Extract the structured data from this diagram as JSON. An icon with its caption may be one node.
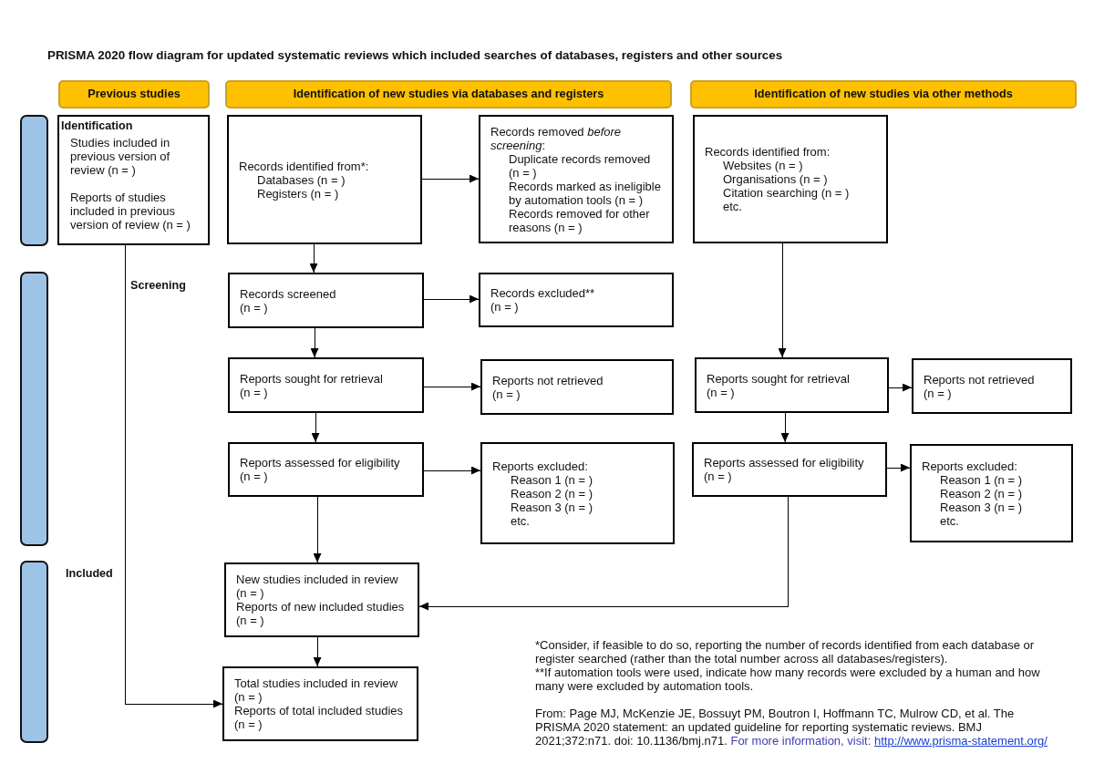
{
  "diagram": {
    "title": "PRISMA 2020 flow diagram for updated systematic reviews which included searches of databases, registers and other sources",
    "nodes": [
      {
        "text": [
          "Previous studies"
        ]
      },
      {
        "text": [
          "Identification of new studies via databases and registers"
        ]
      },
      {
        "text": [
          "Identification of new studies via other methods"
        ]
      },
      {
        "text": [
          "Studies included in previous version of review (n = )",
          "Reports of studies included in previous version of review (n = )"
        ]
      },
      {
        "text": [
          "Records identified from*:",
          "Databases (n = )",
          "Registers (n = )"
        ]
      },
      {
        "text": [
          "Records removed *before screening*:",
          "Duplicate records removed (n = )",
          "Records marked as ineligible by automation tools (n = )",
          "Records removed for other reasons (n = )"
        ]
      },
      {
        "text": [
          "Records identified from:",
          "Websites (n = )",
          "Organisations (n = )",
          "Citation searching (n = )",
          "etc."
        ]
      },
      {
        "text": [
          "Records screened",
          "(n = )"
        ]
      },
      {
        "text": [
          "Records excluded**",
          "(n = )"
        ]
      },
      {
        "text": [
          "Reports sought for retrieval",
          "(n = )"
        ]
      },
      {
        "text": [
          "Reports not retrieved",
          "(n = )"
        ]
      },
      {
        "text": [
          "Reports sought for retrieval",
          "(n = )"
        ]
      },
      {
        "text": [
          "Reports not retrieved",
          "(n = )"
        ]
      },
      {
        "text": [
          "Reports assessed for eligibility",
          "(n = )"
        ]
      },
      {
        "text": [
          "Reports excluded:",
          "Reason 1 (n = )",
          "Reason 2 (n = )",
          "Reason 3 (n = )",
          "etc."
        ]
      },
      {
        "text": [
          "Reports assessed for eligibility",
          "(n = )"
        ]
      },
      {
        "text": [
          "Reports excluded:",
          "Reason 1 (n = )",
          "Reason 2 (n = )",
          "Reason 3 (n = )",
          "etc."
        ]
      },
      {
        "text": [
          "New studies included in review",
          "(n = )",
          "Reports of new included studies",
          "(n = )"
        ]
      },
      {
        "text": [
          "Total studies included in review",
          "(n = )",
          "Reports of total included studies",
          "(n = )"
        ]
      },
      {
        "text": [],
        "shape": "bar"
      },
      {
        "text": [],
        "shape": "bar"
      },
      {
        "text": [],
        "shape": "bar"
      }
    ],
    "edges": [
      {
        "from": 4,
        "to": 5,
        "arrow": "to"
      },
      {
        "from": 4,
        "to": 7,
        "arrow": "to"
      },
      {
        "from": 6,
        "to": 11,
        "arrow": "to"
      },
      {
        "from": 7,
        "to": 8,
        "arrow": "to"
      },
      {
        "from": 7,
        "to": 9,
        "arrow": "to"
      },
      {
        "from": 9,
        "to": 10,
        "arrow": "to"
      },
      {
        "from": 9,
        "to": 13,
        "arrow": "to"
      },
      {
        "from": 11,
        "to": 12,
        "arrow": "to"
      },
      {
        "from": 11,
        "to": 15,
        "arrow": "to"
      },
      {
        "from": 13,
        "to": 14,
        "arrow": "to"
      },
      {
        "from": 13,
        "to": 17,
        "arrow": "to"
      },
      {
        "from": 15,
        "to": 16,
        "arrow": "to"
      },
      {
        "from": 15,
        "to": 17,
        "arrow": "to"
      },
      {
        "from": 17,
        "to": 18,
        "arrow": "to"
      },
      {
        "from": 3,
        "to": 18,
        "arrow": "to"
      }
    ],
    "labels": [
      "Identification",
      "Screening",
      "Included",
      "*Consider, if feasible to do so, reporting the number of records identified from each database or register searched (rather than the total number across all databases/registers).",
      "**If automation tools were used, indicate how many records were excluded by a human and how many were excluded by automation tools.",
      "From: Page MJ, McKenzie JE, Bossuyt PM, Boutron I, Hoffmann TC, Mulrow CD, et al. The PRISMA 2020 statement: an updated guideline for reporting systematic reviews. BMJ 2021;372:n71. doi: 10.1136/bmj.n71.",
      "For more information, visit:",
      "http://www.prisma-statement.org/"
    ]
  }
}
